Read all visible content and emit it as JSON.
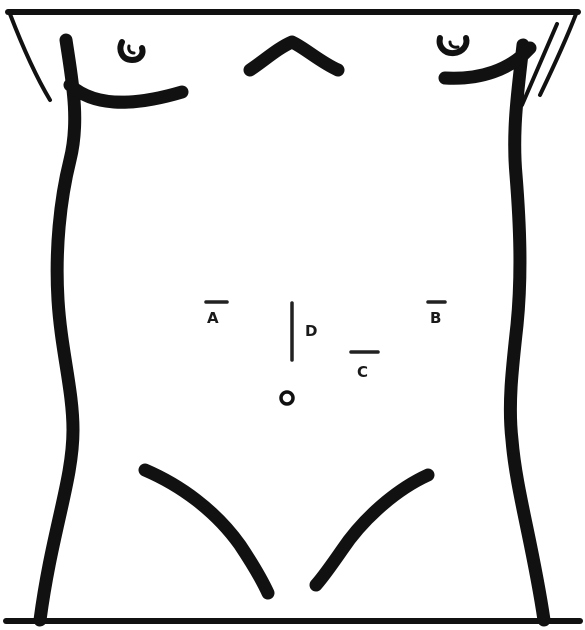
{
  "figure": {
    "labels": {
      "a": "A",
      "b": "B",
      "c": "C",
      "d": "D"
    },
    "line_color": "#111111",
    "background": "#ffffff"
  }
}
